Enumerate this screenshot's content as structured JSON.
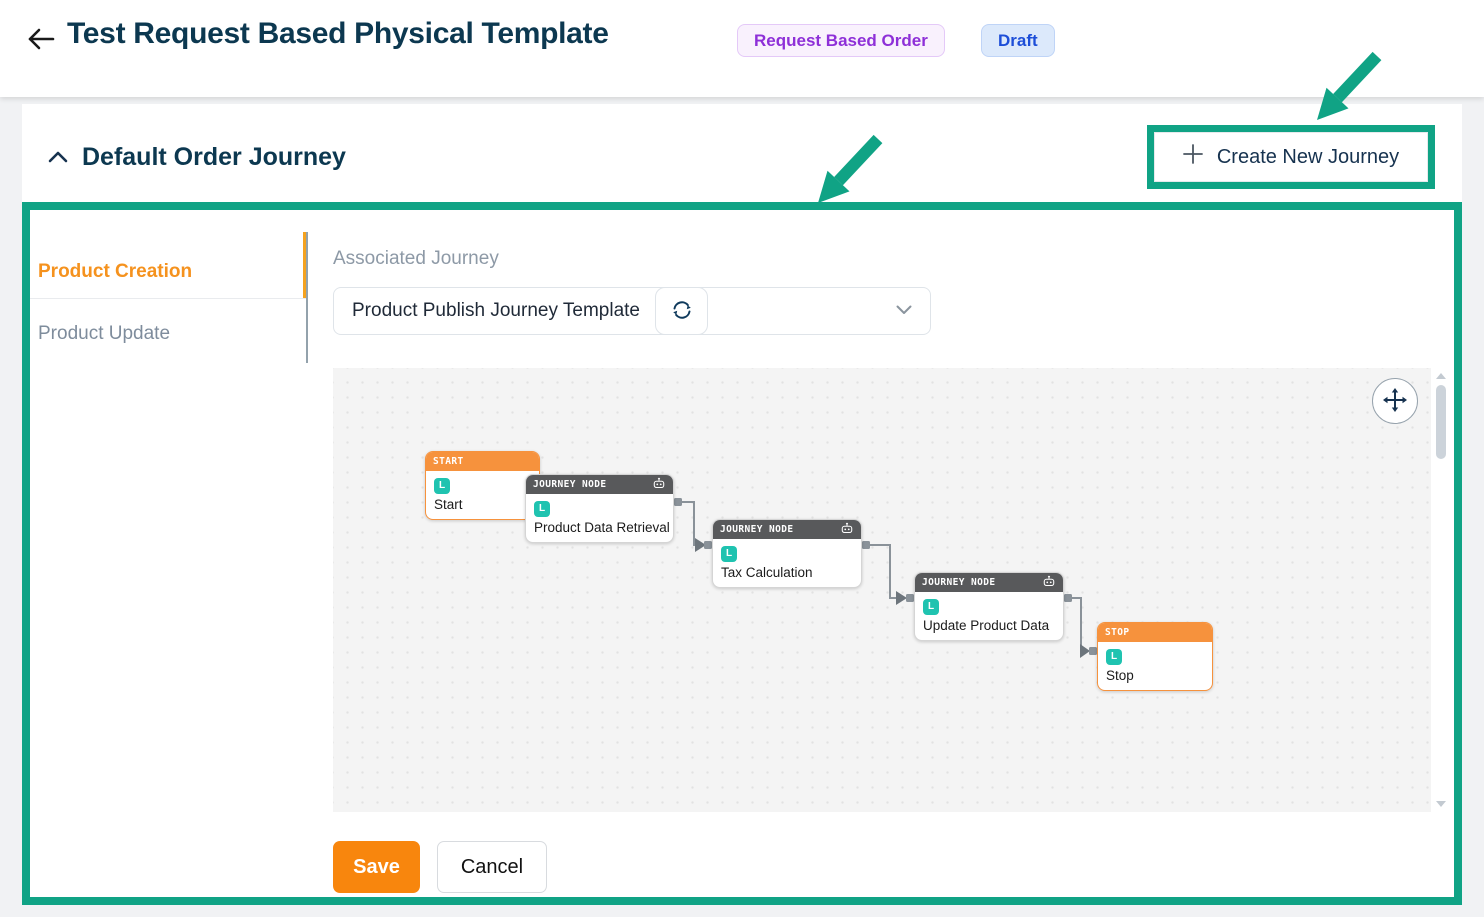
{
  "header": {
    "title": "Test Request Based Physical Template",
    "order_type_badge": "Request Based Order",
    "status_badge": "Draft"
  },
  "journey_section": {
    "title": "Default Order Journey",
    "create_button_label": "Create New Journey"
  },
  "panel": {
    "tabs": [
      {
        "label": "Product Creation",
        "active": true
      },
      {
        "label": "Product Update",
        "active": false
      }
    ],
    "associated_journey_label": "Associated Journey",
    "journey_select_value": "Product Publish Journey Template"
  },
  "diagram": {
    "nodes": [
      {
        "type": "start",
        "header": "START",
        "badge": "L",
        "title": "Start"
      },
      {
        "type": "journey",
        "header": "JOURNEY NODE",
        "badge": "L",
        "title": "Product Data Retrieval"
      },
      {
        "type": "journey",
        "header": "JOURNEY NODE",
        "badge": "L",
        "title": "Tax Calculation"
      },
      {
        "type": "journey",
        "header": "JOURNEY NODE",
        "badge": "L",
        "title": "Update Product Data"
      },
      {
        "type": "stop",
        "header": "STOP",
        "badge": "L",
        "title": "Stop"
      }
    ],
    "connections": [
      {
        "from": "Product Data Retrieval",
        "to": "Tax Calculation"
      },
      {
        "from": "Tax Calculation",
        "to": "Update Product Data"
      },
      {
        "from": "Update Product Data",
        "to": "Stop"
      }
    ]
  },
  "actions": {
    "save_label": "Save",
    "cancel_label": "Cancel"
  },
  "icons": {
    "back": "back-arrow-icon",
    "plus": "plus-icon",
    "collapse": "chevron-up-icon",
    "dropdown": "chevron-down-icon",
    "refresh": "sync-icon",
    "pan": "move-icon",
    "node_agent": "robot-icon"
  },
  "colors": {
    "annotation_green": "#10a385",
    "primary_orange": "#f8860d",
    "node_header_orange": "#f6923d",
    "node_header_gray": "#58595b",
    "node_badge_teal": "#1fc3b0",
    "active_tab_orange": "#f5921e",
    "title_navy": "#0c3850",
    "order_badge_purple": "#8e30d8",
    "draft_badge_blue": "#1d4ed8"
  }
}
